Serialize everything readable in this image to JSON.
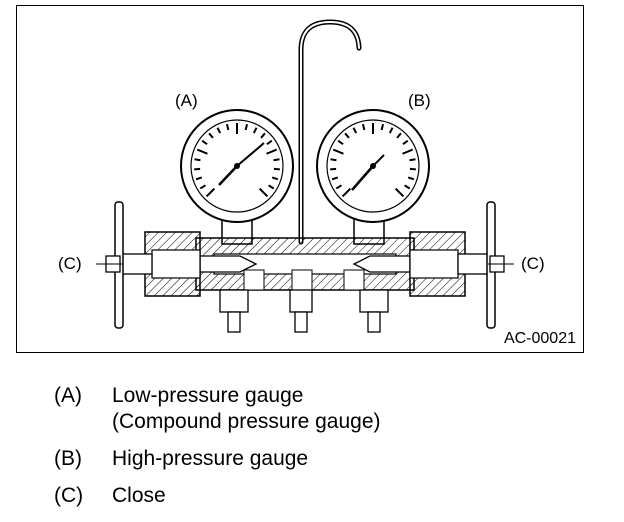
{
  "diagram": {
    "figure_id": "AC-00021",
    "callouts": {
      "a": "(A)",
      "b": "(B)",
      "c_left": "(C)",
      "c_right": "(C)"
    }
  },
  "legend": [
    {
      "key": "(A)",
      "lines": [
        "Low-pressure gauge",
        "(Compound pressure gauge)"
      ]
    },
    {
      "key": "(B)",
      "lines": [
        "High-pressure gauge"
      ]
    },
    {
      "key": "(C)",
      "lines": [
        "Close"
      ]
    }
  ]
}
